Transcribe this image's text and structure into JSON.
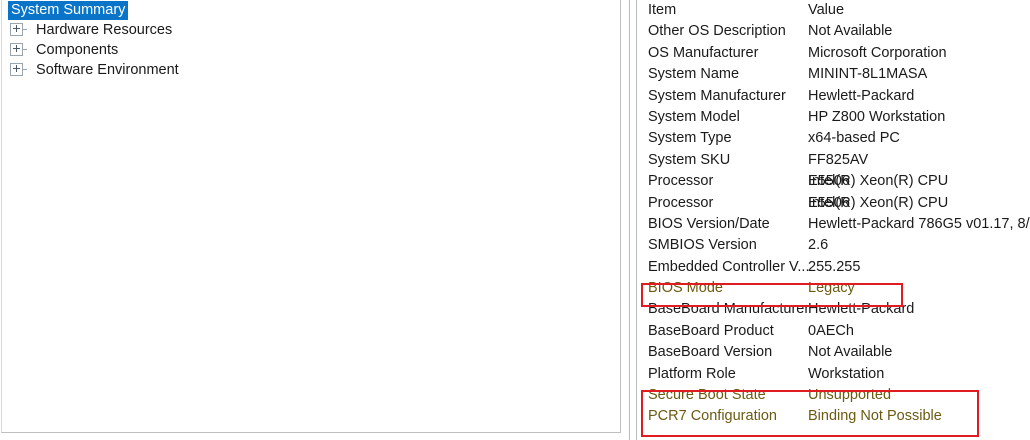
{
  "tree": {
    "selected_item": "System Summary",
    "items": [
      {
        "label": "System Summary",
        "selected": true,
        "expandable": false
      },
      {
        "label": "Hardware Resources",
        "selected": false,
        "expandable": true
      },
      {
        "label": "Components",
        "selected": false,
        "expandable": true
      },
      {
        "label": "Software Environment",
        "selected": false,
        "expandable": true
      }
    ]
  },
  "details": {
    "columns": {
      "item": "Item",
      "value": "Value"
    },
    "rows": [
      {
        "item": "Other OS Description",
        "value": "Not Available",
        "highlighted": false
      },
      {
        "item": "OS Manufacturer",
        "value": "Microsoft Corporation",
        "highlighted": false
      },
      {
        "item": "System Name",
        "value": "MININT-8L1MASA",
        "highlighted": false
      },
      {
        "item": "System Manufacturer",
        "value": "Hewlett-Packard",
        "highlighted": false
      },
      {
        "item": "System Model",
        "value": "HP Z800 Workstation",
        "highlighted": false
      },
      {
        "item": "System Type",
        "value": "x64-based PC",
        "highlighted": false
      },
      {
        "item": "System SKU",
        "value": "FF825AV",
        "highlighted": false
      },
      {
        "item": "Processor",
        "value": "Intel(R) Xeon(R) CPU",
        "value_tail": "E5506",
        "highlighted": false
      },
      {
        "item": "Processor",
        "value": "Intel(R) Xeon(R) CPU",
        "value_tail": "E5506",
        "highlighted": false
      },
      {
        "item": "BIOS Version/Date",
        "value": "Hewlett-Packard 786G5 v01.17, 8/",
        "highlighted": false
      },
      {
        "item": "SMBIOS Version",
        "value": "2.6",
        "highlighted": false
      },
      {
        "item": "Embedded Controller V...",
        "value": "255.255",
        "highlighted": false
      },
      {
        "item": "BIOS Mode",
        "value": "Legacy",
        "highlighted": true
      },
      {
        "item": "BaseBoard Manufacturer",
        "value": "Hewlett-Packard",
        "highlighted": false
      },
      {
        "item": "BaseBoard Product",
        "value": "0AECh",
        "highlighted": false
      },
      {
        "item": "BaseBoard Version",
        "value": "Not Available",
        "highlighted": false
      },
      {
        "item": "Platform Role",
        "value": "Workstation",
        "highlighted": false
      },
      {
        "item": "Secure Boot State",
        "value": "Unsupported",
        "highlighted": true
      },
      {
        "item": "PCR7 Configuration",
        "value": "Binding Not Possible",
        "highlighted": true
      }
    ]
  },
  "annotations": {
    "color": "#e01b22",
    "boxes": [
      {
        "name": "bios-mode-highlight",
        "targets": [
          "BIOS Mode"
        ]
      },
      {
        "name": "secure-boot-highlight",
        "targets": [
          "Secure Boot State",
          "PCR7 Configuration"
        ]
      }
    ]
  },
  "colors": {
    "selection_blue": "#0a75c8",
    "annotation_red": "#e01b22",
    "highlight_text": "#6b5a12",
    "text": "#1a1a1a",
    "pane_border": "#bfbfbf"
  }
}
